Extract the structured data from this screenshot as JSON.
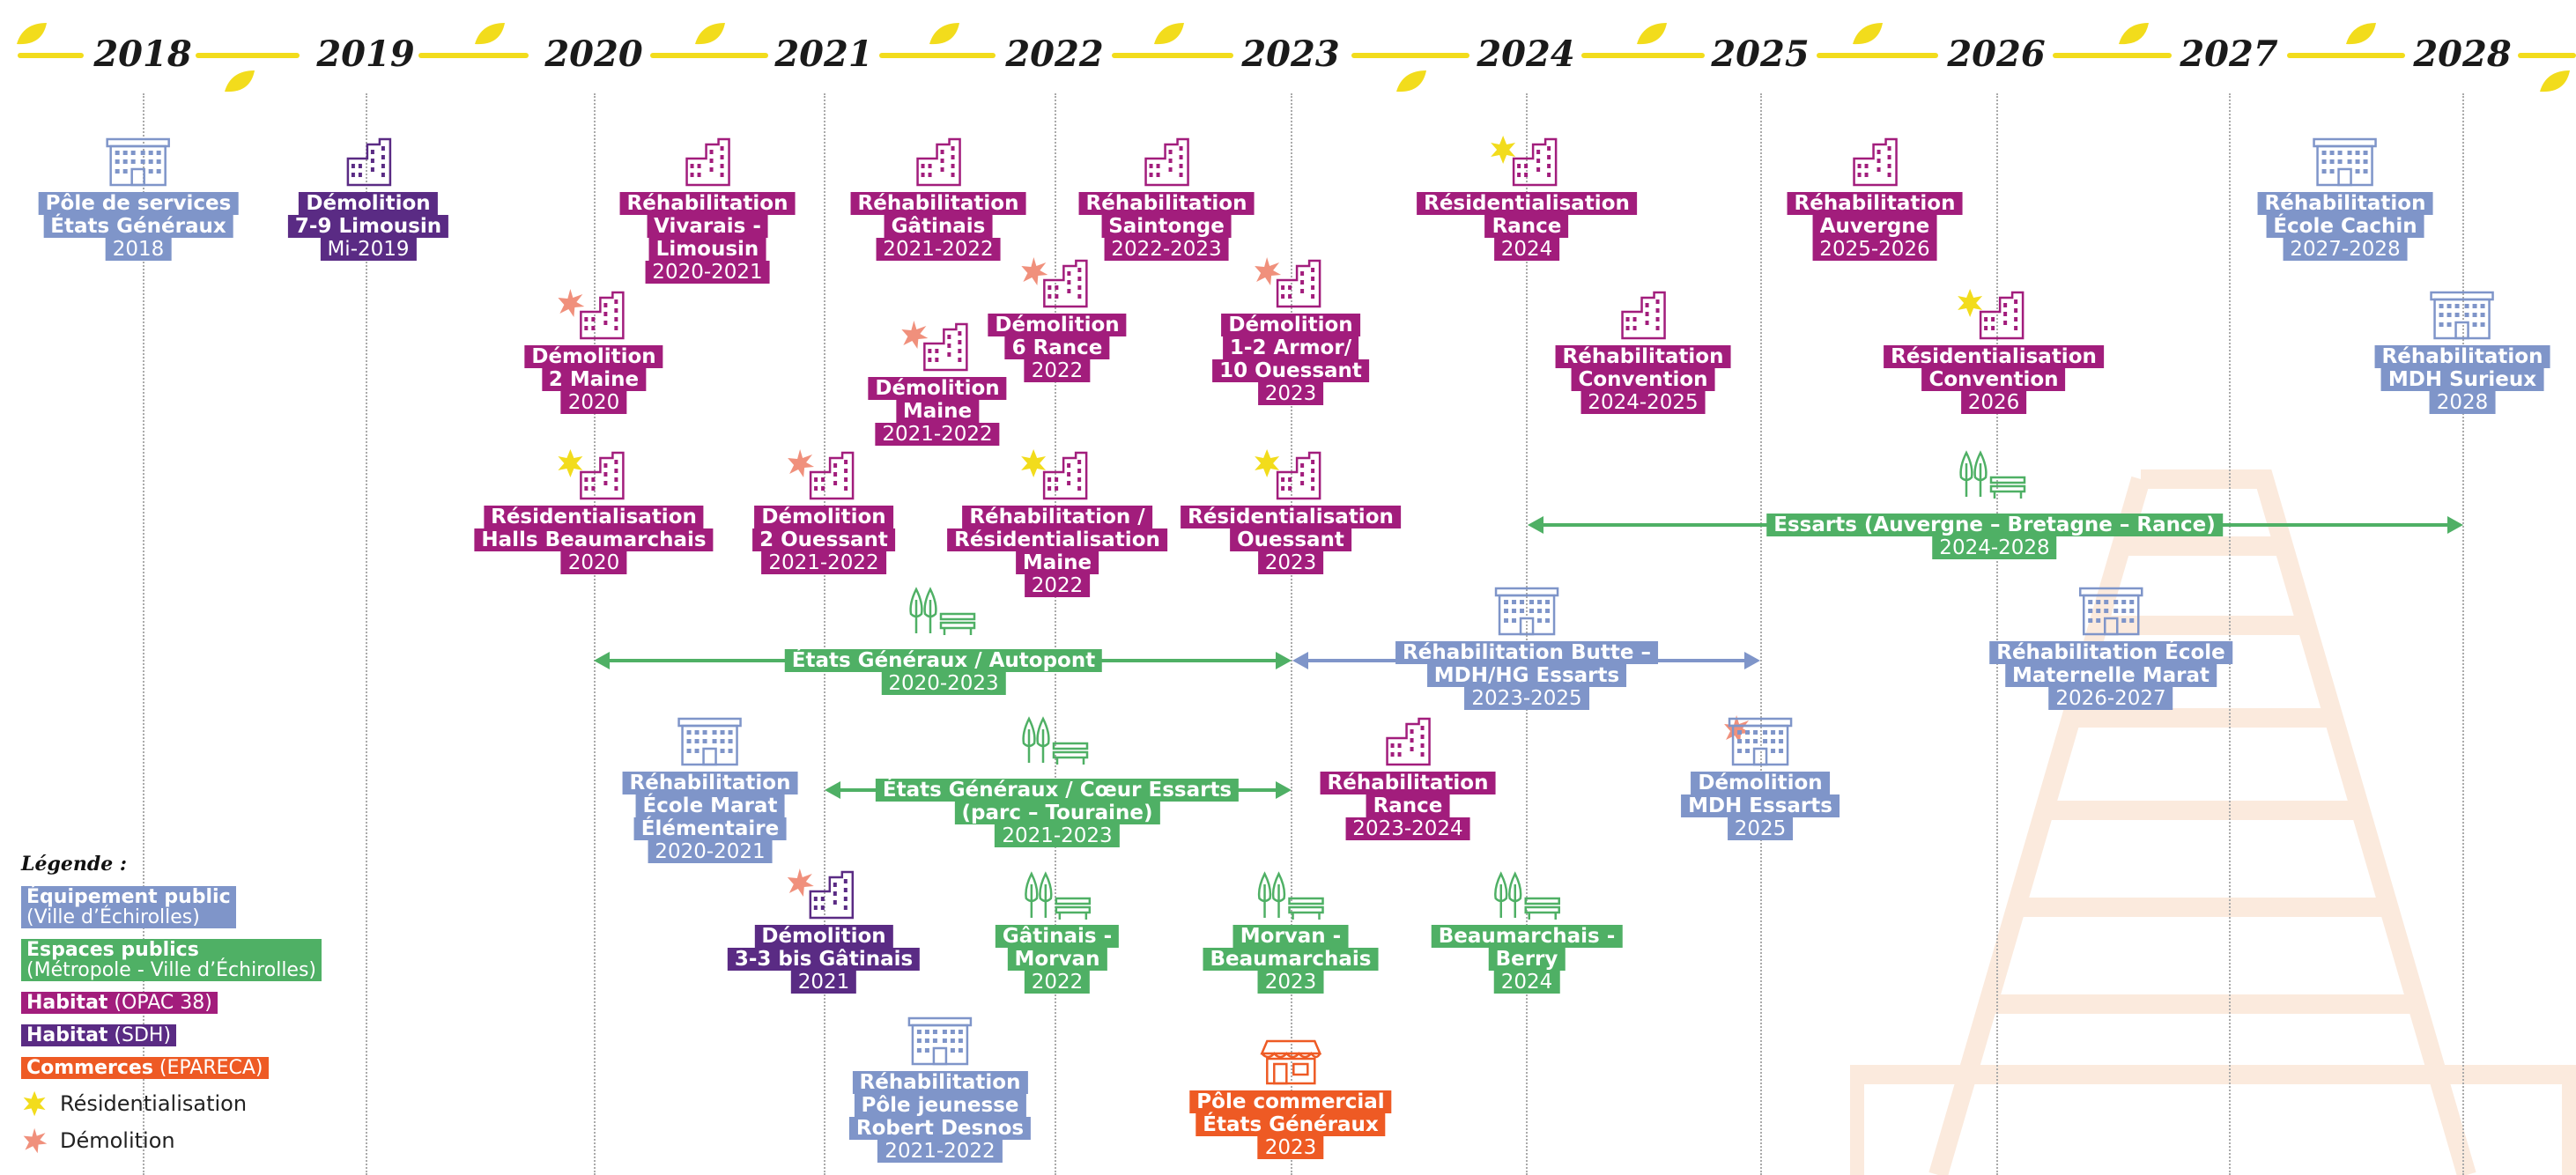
{
  "timeline": {
    "years": [
      "2018",
      "2019",
      "2020",
      "2021",
      "2022",
      "2023",
      "2024",
      "2025",
      "2026",
      "2027",
      "2028"
    ],
    "line_color": "#f2dc1c"
  },
  "colors": {
    "equipement_public": "#7f95c9",
    "habitat_opac": "#a21d7c",
    "habitat_sdh": "#5a2b84",
    "espaces_publics": "#4fb065",
    "commerces": "#ee5a24"
  },
  "projects": {
    "pole_services": {
      "title": [
        "Pôle de services",
        "États Généraux"
      ],
      "date": "2018",
      "icon": "public-building-icon"
    },
    "demolition_limousin": {
      "title": [
        "Démolition",
        "7-9 Limousin"
      ],
      "date": "Mi-2019",
      "icon": "apartment-building-icon"
    },
    "rehab_vivarais": {
      "title": [
        "Réhabilitation",
        "Vivarais -",
        "Limousin"
      ],
      "date": "2020-2021",
      "icon": "apartment-building-icon"
    },
    "rehab_gatinais": {
      "title": [
        "Réhabilitation",
        "Gâtinais"
      ],
      "date": "2021-2022",
      "icon": "apartment-building-icon"
    },
    "rehab_saintonge": {
      "title": [
        "Réhabilitation",
        "Saintonge"
      ],
      "date": "2022-2023",
      "icon": "apartment-building-icon"
    },
    "resid_rance": {
      "title": [
        "Résidentialisation",
        "Rance"
      ],
      "date": "2024",
      "icon": "residentialisation-building-icon"
    },
    "rehab_auvergne": {
      "title": [
        "Réhabilitation",
        "Auvergne"
      ],
      "date": "2025-2026",
      "icon": "apartment-building-icon"
    },
    "rehab_cachin": {
      "title": [
        "Réhabilitation",
        "École Cachin"
      ],
      "date": "2027-2028",
      "icon": "public-building-icon"
    },
    "demolition_2maine": {
      "title": [
        "Démolition",
        "2 Maine"
      ],
      "date": "2020",
      "icon": "demolition-building-icon"
    },
    "demolition_6rance": {
      "title": [
        "Démolition",
        "6 Rance"
      ],
      "date": "2022",
      "icon": "demolition-building-icon"
    },
    "demolition_maine": {
      "title": [
        "Démolition",
        "Maine"
      ],
      "date": "2021-2022",
      "icon": "demolition-building-icon"
    },
    "demolition_armor": {
      "title": [
        "Démolition",
        "1-2 Armor/",
        "10 Ouessant"
      ],
      "date": "2023",
      "icon": "demolition-building-icon"
    },
    "rehab_convention": {
      "title": [
        "Réhabilitation",
        "Convention"
      ],
      "date": "2024-2025",
      "icon": "apartment-building-icon"
    },
    "resid_convention": {
      "title": [
        "Résidentialisation",
        "Convention"
      ],
      "date": "2026",
      "icon": "residentialisation-building-icon"
    },
    "rehab_mdh_surieux": {
      "title": [
        "Réhabilitation",
        "MDH Surieux"
      ],
      "date": "2028",
      "icon": "public-building-icon"
    },
    "resid_beaumarchais": {
      "title": [
        "Résidentialisation",
        "Halls Beaumarchais"
      ],
      "date": "2020",
      "icon": "residentialisation-building-icon"
    },
    "demolition_2ouessant": {
      "title": [
        "Démolition",
        "2 Ouessant"
      ],
      "date": "2021-2022",
      "icon": "demolition-building-icon"
    },
    "rehab_resid_maine": {
      "title": [
        "Réhabilitation /",
        "Résidentialisation",
        "Maine"
      ],
      "date": "2022",
      "icon": "residentialisation-building-icon"
    },
    "resid_ouessant": {
      "title": [
        "Résidentialisation",
        "Ouessant"
      ],
      "date": "2023",
      "icon": "residentialisation-building-icon"
    },
    "essarts_auvergne": {
      "title": [
        "Essarts (Auvergne – Bretagne – Rance)"
      ],
      "date": "2024-2028",
      "icon": "park-icon"
    },
    "etats_autopont": {
      "title": [
        "États Généraux / Autopont"
      ],
      "date": "2020-2023",
      "icon": "park-icon"
    },
    "rehab_butte": {
      "title": [
        "Réhabilitation Butte –",
        "MDH/HG Essarts"
      ],
      "date": "2023-2025",
      "icon": "public-building-icon"
    },
    "rehab_marat_maternelle": {
      "title": [
        "Réhabilitation École",
        "Maternelle Marat"
      ],
      "date": "2026-2027",
      "icon": "public-building-icon"
    },
    "rehab_marat_elementaire": {
      "title": [
        "Réhabilitation",
        "École Marat",
        "Élémentaire"
      ],
      "date": "2020-2021",
      "icon": "public-building-icon"
    },
    "etats_coeur_essarts": {
      "title": [
        "États Généraux / Cœur Essarts",
        "(parc – Touraine)"
      ],
      "date": "2021-2023",
      "icon": "park-icon"
    },
    "rehab_rance": {
      "title": [
        "Réhabilitation",
        "Rance"
      ],
      "date": "2023-2024",
      "icon": "apartment-building-icon"
    },
    "demolition_mdh_essarts": {
      "title": [
        "Démolition",
        "MDH Essarts"
      ],
      "date": "2025",
      "icon": "demolition-public-building-icon"
    },
    "demolition_gatinais": {
      "title": [
        "Démolition",
        "3-3 bis Gâtinais"
      ],
      "date": "2021",
      "icon": "demolition-building-icon"
    },
    "gatinais_morvan": {
      "title": [
        "Gâtinais -",
        "Morvan"
      ],
      "date": "2022",
      "icon": "park-icon"
    },
    "morvan_beaumarchais": {
      "title": [
        "Morvan -",
        "Beaumarchais"
      ],
      "date": "2023",
      "icon": "park-icon"
    },
    "beaumarchais_berry": {
      "title": [
        "Beaumarchais -",
        "Berry"
      ],
      "date": "2024",
      "icon": "park-icon"
    },
    "rehab_pole_jeunesse": {
      "title": [
        "Réhabilitation",
        "Pôle jeunesse",
        "Robert Desnos"
      ],
      "date": "2021-2022",
      "icon": "public-building-icon"
    },
    "pole_commercial": {
      "title": [
        "Pôle commercial",
        "États Généraux"
      ],
      "date": "2023",
      "icon": "shop-icon"
    }
  },
  "legend": {
    "title": "Légende :",
    "items": [
      {
        "name": "Équipement public",
        "sub": "(Ville d’Échirolles)",
        "color": "#7f95c9",
        "layout": "two-line"
      },
      {
        "name": "Espaces publics",
        "sub": "(Métropole - Ville d’Échirolles)",
        "color": "#4fb065",
        "layout": "two-line"
      },
      {
        "name": "Habitat",
        "sub": " (OPAC 38)",
        "color": "#a21d7c",
        "layout": "inline"
      },
      {
        "name": "Habitat",
        "sub": " (SDH)",
        "color": "#5a2b84",
        "layout": "inline"
      },
      {
        "name": "Commerces",
        "sub": " (EPARECA)",
        "color": "#ee5a24",
        "layout": "inline"
      }
    ],
    "symbols": [
      {
        "label": "Résidentialisation",
        "icon": "yellow-star-icon"
      },
      {
        "label": "Démolition",
        "icon": "pink-burst-icon"
      }
    ]
  }
}
